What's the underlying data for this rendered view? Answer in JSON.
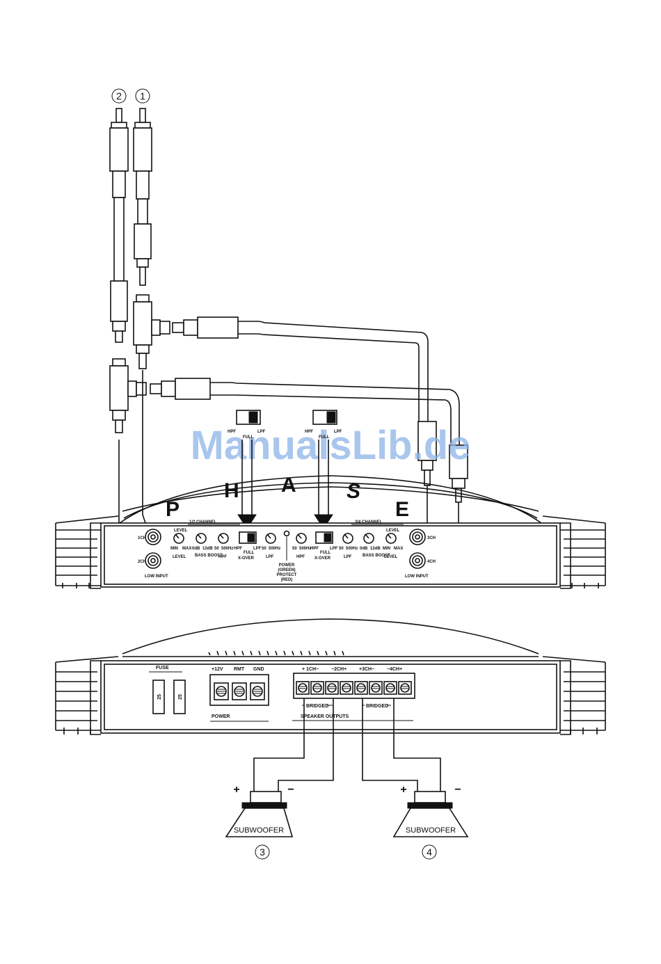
{
  "callouts": [
    "2",
    "1",
    "3",
    "4"
  ],
  "logo_letters": [
    "P",
    "H",
    "A",
    "S",
    "E"
  ],
  "watermark": "ManualsLib.de",
  "front_panel": {
    "ch_1": "1CH",
    "ch_2": "2CH",
    "ch_3": "3CH",
    "ch_4": "4CH",
    "low_input_left": "LOW INPUT",
    "low_input_right": "LOW INPUT",
    "group_left": "1/2 CHANNEL",
    "group_right": "3/4 CHANNEL",
    "level_top": "LEVEL",
    "level_bottom": "LEVEL",
    "min": "MIN",
    "max": "MAX",
    "bass_boost": "BASS BOOST",
    "db_0": "0dB",
    "db_12": "12dB",
    "hpf": "HPF",
    "lpf": "LPF",
    "freq_50": "50",
    "freq_500": "500Hz",
    "xover": "X-OVER",
    "switch_hpf": "HPF",
    "switch_full": "FULL",
    "switch_lpf": "LPF",
    "power_line1": "POWER",
    "power_line2": "(GREEN)",
    "power_line3": "PROTECT",
    "power_line4": "(RED)"
  },
  "detail_switch": {
    "hpf": "HPF",
    "full": "FULL",
    "lpf": "LPF"
  },
  "rear_panel": {
    "fuse": "FUSE",
    "fuse_value_1": "25",
    "fuse_value_2": "25",
    "plus_12v": "+12V",
    "rmt": "RMT",
    "gnd": "GND",
    "power": "POWER",
    "out_1ch": "+ 1CH−",
    "out_2ch": "−2CH+",
    "out_3ch": "+3CH−",
    "out_4ch": "−4CH+",
    "bridged_left": "BRIDGED",
    "bridged_right": "BRIDGED",
    "speaker_outputs": "SPEAKER OUTPUTS"
  },
  "speakers": {
    "left": {
      "label": "SUBWOOFER",
      "plus": "+",
      "minus": "−"
    },
    "right": {
      "label": "SUBWOOFER",
      "plus": "+",
      "minus": "−"
    }
  }
}
